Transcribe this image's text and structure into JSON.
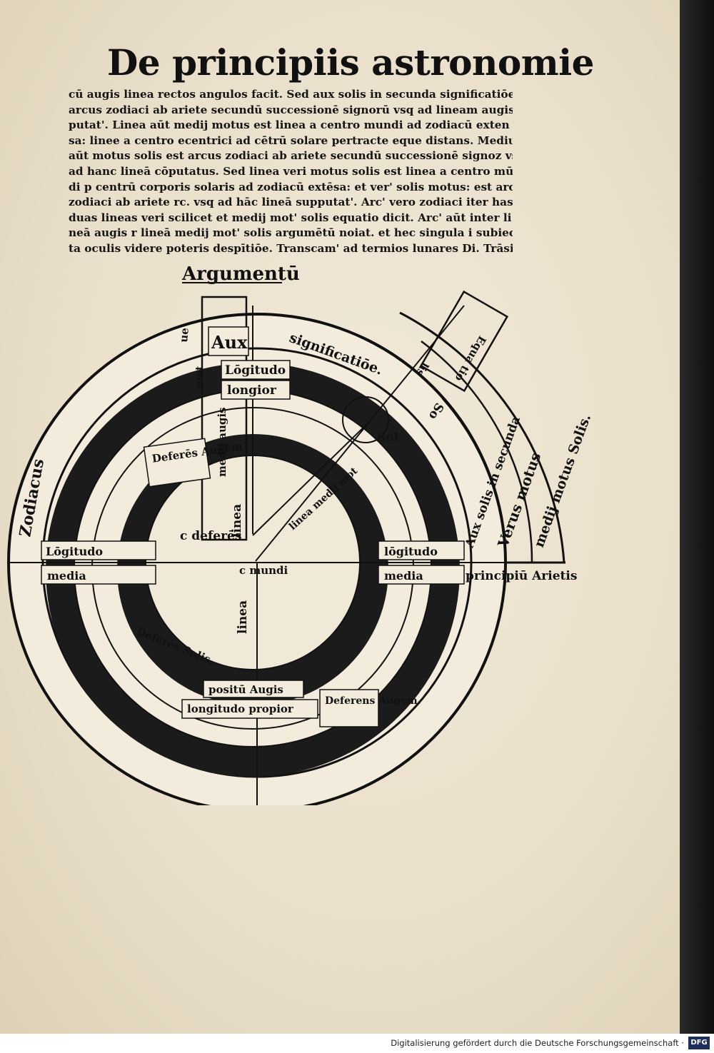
{
  "heading": "De principiis astronomie",
  "text_lines": [
    "cū augis linea rectos angulos facit. Sed aux solis in secunda significatiōe est",
    "arcus zodiaci ab ariete secundū successionē signorū vsq ad lineam augis cō",
    "putat'. Linea aūt medij motus est linea a centro mundi ad zodiacū exten",
    "sa: linee a centro ecentrici ad cētrū solare pertracte eque distans. Medius",
    "aūt motus solis est arcus zodiaci ab ariete secundū successionē signoz vsq",
    "ad hanc lineā cōputatus. Sed linea veri motus solis est linea a centro mū",
    "di p centrū corporis solaris ad zodiacū extēsa: et ver' solis motus: est arcus",
    "zodiaci ab ariete rc. vsq ad hāc lineā supputat'. Arc' vero zodiaci iter has",
    "duas lineas veri scilicet et medij mot' solis equatio dicit. Arc' aūt inter li",
    "neā augis r lineā medij mot' solis argumētū noiat. et hec singula i subiec",
    "ta oculis videre poteris despītiōe. Transcam' ad termios lunares Di. Trāsi."
  ],
  "diagram": {
    "argumentum": "Argumentū",
    "aux": "Aux",
    "aux_sig": "significatiōe.",
    "longitudo": "Lōgitudo",
    "longior": "longior",
    "medii_augis": "medij augis",
    "deferens_augem_top": "Deferēs Augem",
    "linea_top": "linea",
    "centrum_deferens": "c deferēs",
    "linea_medii_motus": "linea medij mot",
    "sol": "Sol",
    "zodiacus": "Zodiacus",
    "longitudo_left": "Lōgitudo",
    "media_left": "media",
    "longitudo_right": "lōgitudo",
    "media_right": "media",
    "centrum_mundi": "c mundi",
    "principium_arietis": "principiū Arietis",
    "linea_bottom": "linea",
    "deferens_solis": "Deferēs Solis.",
    "positum_augis": "positū Augis",
    "longitudo_propior": "longitudo propior",
    "deferens_augem_bottom": "Deferens Augem.",
    "aux_solis_secunda": "Aux solis in secunda",
    "verus_motus": "Verus motus",
    "medius_motus_solis": "medij motus Solis.",
    "equatio": "Equa tio",
    "lis": "lis",
    "so": "So",
    "mot": "mot",
    "ue": "ue"
  },
  "footer": {
    "credit": "Digitalisierung gefördert durch die Deutsche Forschungsgemeinschaft ·",
    "logo": "DFG"
  },
  "colors": {
    "paper": "#ede4d2",
    "ink": "#111111",
    "background": "#141414"
  }
}
